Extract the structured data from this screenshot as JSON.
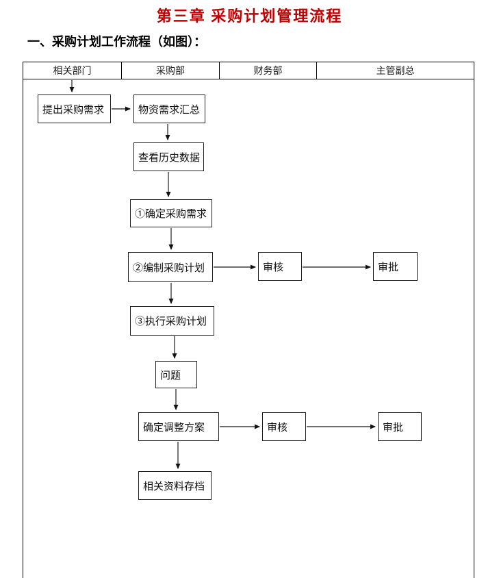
{
  "page": {
    "title": "第三章 采购计划管理流程",
    "subtitle": "一、采购计划工作流程（如图）：",
    "title_color": "#c00000"
  },
  "swimlanes": {
    "columns": [
      "相关部门",
      "采购部",
      "财务部",
      "主管副总"
    ]
  },
  "flowchart": {
    "nodes": [
      {
        "id": "raise-demand",
        "label": "提出采购需求"
      },
      {
        "id": "material-summary",
        "label": "物资需求汇总"
      },
      {
        "id": "view-history",
        "label": "查看历史数据"
      },
      {
        "id": "confirm-demand",
        "label": "①确定采购需求"
      },
      {
        "id": "make-plan",
        "label": "②编制采购计划"
      },
      {
        "id": "review-1",
        "label": "审核"
      },
      {
        "id": "approve-1",
        "label": "审批"
      },
      {
        "id": "execute-plan",
        "label": "③执行采购计划"
      },
      {
        "id": "problem",
        "label": "问题"
      },
      {
        "id": "adjust-plan",
        "label": "确定调整方案"
      },
      {
        "id": "review-2",
        "label": "审核"
      },
      {
        "id": "approve-2",
        "label": "审批"
      },
      {
        "id": "archive",
        "label": "相关资料存档"
      }
    ],
    "line_color": "#3d3d3d"
  }
}
